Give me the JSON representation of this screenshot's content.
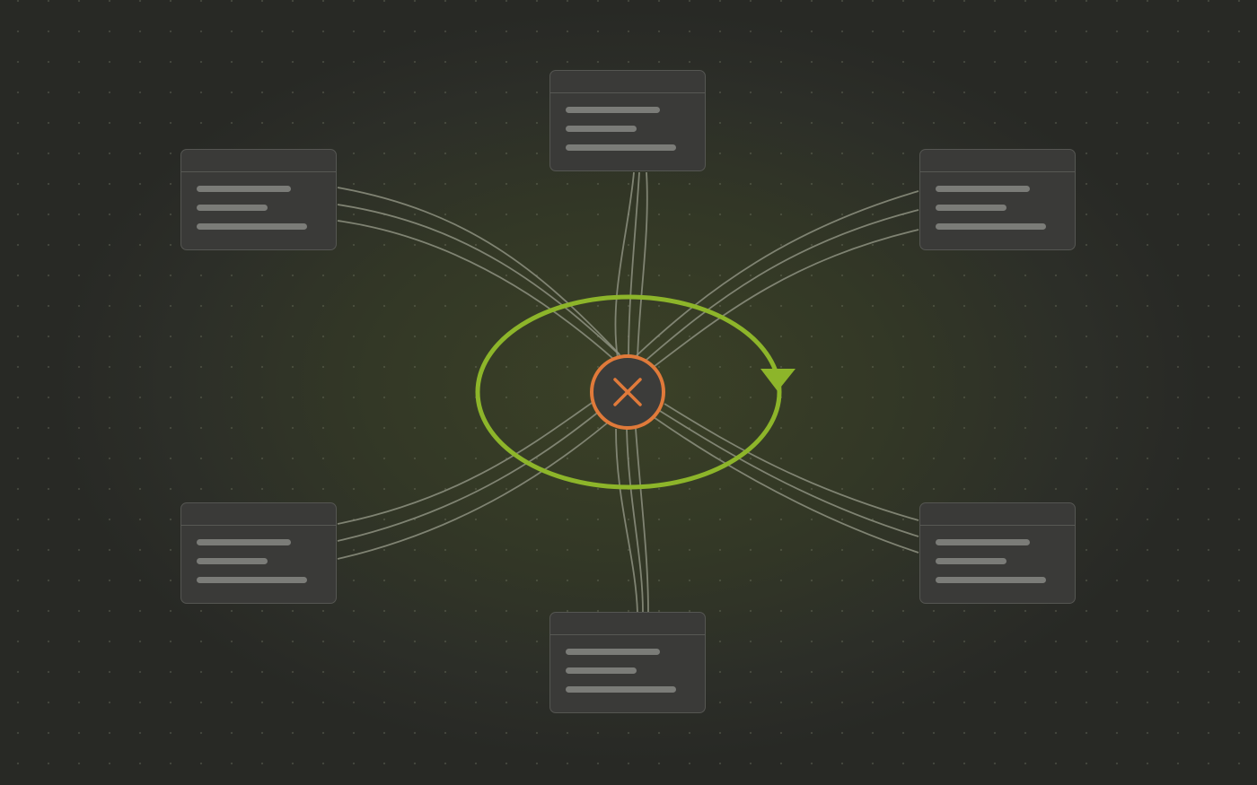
{
  "diagram": {
    "nodes": [
      {
        "id": "top",
        "name": "node-card-top"
      },
      {
        "id": "top-left",
        "name": "node-card-top-left"
      },
      {
        "id": "top-right",
        "name": "node-card-top-right"
      },
      {
        "id": "bottom-left",
        "name": "node-card-bottom-left"
      },
      {
        "id": "bottom-right",
        "name": "node-card-bottom-right"
      },
      {
        "id": "bottom",
        "name": "node-card-bottom"
      }
    ],
    "hub": {
      "icon": "close-x-icon",
      "state": "error"
    },
    "loop": {
      "icon": "cycle-loop-arrow",
      "direction": "clockwise"
    },
    "colors": {
      "background": "#2c2e28",
      "background_glow": "#3b4127",
      "card_fill": "#3a3a38",
      "card_border": "#555652",
      "card_bar": "#7b7c78",
      "connector": "#8d9080",
      "loop_green": "#8db52a",
      "hub_orange": "#e07a3a",
      "hub_fill": "#3c3c3a"
    }
  }
}
